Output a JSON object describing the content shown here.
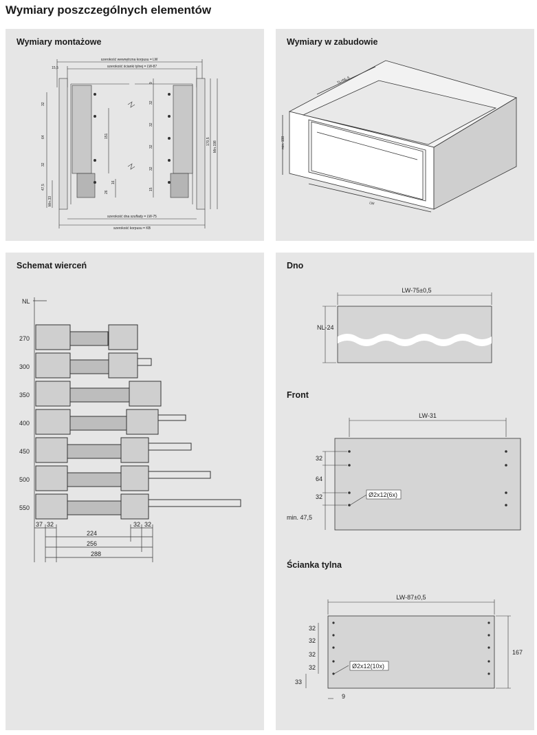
{
  "page": {
    "title": "Wymiary poszczególnych elementów"
  },
  "panels": {
    "mounting": {
      "title": "Wymiary montażowe",
      "labels": {
        "inner_width": "szerokość wewnętrzna korpusu = LW",
        "back_width": "szerokość ścianki tylnej = LW-87",
        "bottom_width": "szerokość dna szuflady = LW-75",
        "cabinet_width": "szerokość korpusu = KB",
        "left_offset": "15,5",
        "top_32": "32",
        "mid_64": "64",
        "low_32": "32",
        "low_47_5": "47,5",
        "min_33": "Min.33",
        "h_151": "151",
        "h_26": "26",
        "h_16": "16",
        "r_9": "9",
        "r_32_a": "32",
        "r_32_b": "32",
        "r_32_c": "32",
        "r_32_d": "32",
        "r_15": "15",
        "h_170_5": "170,5",
        "min_198": "Min.198"
      }
    },
    "installed": {
      "title": "Wymiary w zabudowie",
      "labels": {
        "tl": "TL=NL-5",
        "min": "min. 198",
        "lw": "LW"
      }
    },
    "drilling": {
      "title": "Schemat wierceń",
      "nl_label": "NL",
      "rows": [
        "270",
        "300",
        "350",
        "400",
        "450",
        "500",
        "550"
      ],
      "dims": {
        "d37": "37",
        "d32a": "32",
        "d224": "224",
        "d256": "256",
        "d288": "288",
        "d32b": "32",
        "d32c": "32"
      }
    },
    "bottom": {
      "title": "Dno",
      "width_label": "LW-75±0,5",
      "depth_label": "NL-24"
    },
    "front": {
      "title": "Front",
      "width_label": "LW-31",
      "dims": {
        "top32": "32",
        "mid64": "64",
        "low32": "32",
        "min47": "min. 47,5"
      },
      "holes_label": "Ø2x12(6x)"
    },
    "back": {
      "title": "Ścianka tylna",
      "width_label": "LW-87±0,5",
      "height_label": "167",
      "dims": {
        "a": "32",
        "b": "32",
        "c": "32",
        "d": "32",
        "bottom": "33",
        "side": "9"
      },
      "holes_label": "Ø2x12(10x)"
    }
  }
}
